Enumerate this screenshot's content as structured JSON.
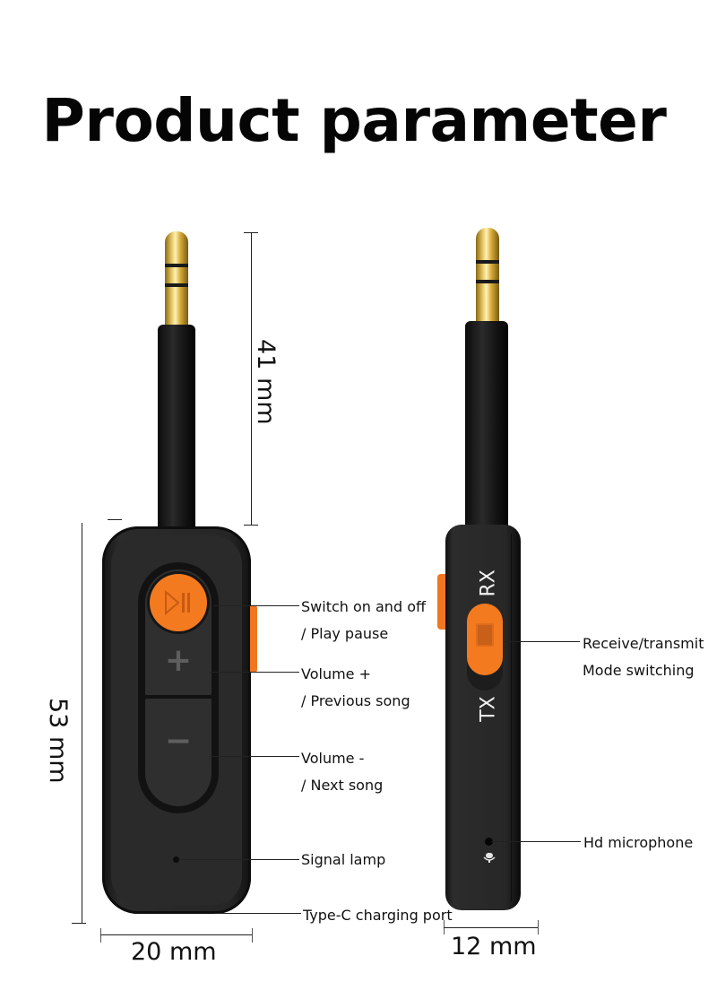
{
  "title": "Product parameter",
  "dimensions": {
    "plug_length": "41 mm",
    "body_height": "53 mm",
    "body_width": "20 mm",
    "body_thickness": "12 mm"
  },
  "front_view": {
    "buttons": [
      {
        "id": "play-pause",
        "icon": "play-pause-icon",
        "color": "#f47a20"
      },
      {
        "id": "volume-up",
        "icon": "plus-icon",
        "glyph": "+"
      },
      {
        "id": "volume-down",
        "icon": "minus-icon",
        "glyph": "−"
      }
    ],
    "callouts": [
      {
        "line1": "Switch on and off",
        "line2": "/ Play pause"
      },
      {
        "line1": "Volume +",
        "line2": "/ Previous song"
      },
      {
        "line1": "Volume -",
        "line2": "/ Next song"
      },
      {
        "line1": "Signal lamp"
      },
      {
        "line1": "Type-C charging port"
      }
    ]
  },
  "side_view": {
    "switch_labels": {
      "top": "RX",
      "bottom": "TX"
    },
    "mic_glyph": "🎙",
    "callouts": [
      {
        "line1": "Receive/transmit",
        "line2": "Mode switching"
      },
      {
        "line1": "Hd microphone"
      }
    ]
  },
  "colors": {
    "accent_orange": "#f47a20",
    "device_body": "#262626",
    "jack_gold": "#e9c968",
    "background": "#ffffff"
  }
}
